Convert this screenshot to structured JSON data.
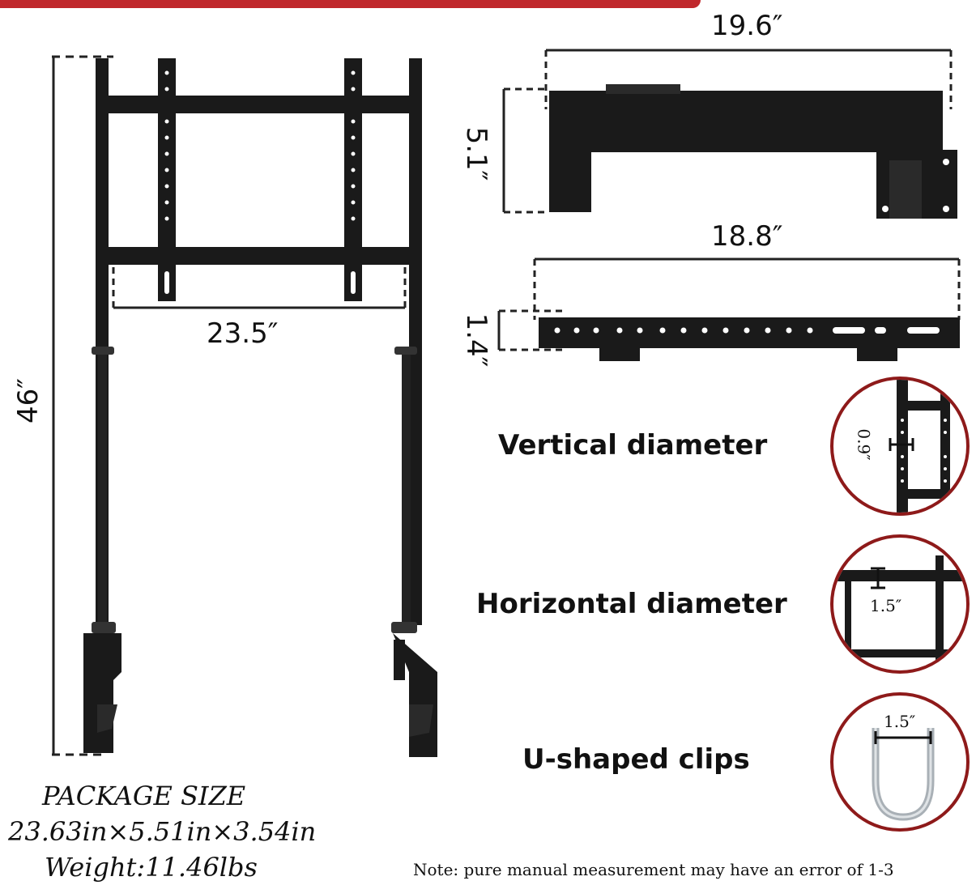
{
  "dimensions": {
    "height": "46″",
    "frame_width": "23.5″",
    "top_bracket_width": "19.6″",
    "top_bracket_height": "5.1″",
    "plate_width": "18.8″",
    "plate_height": "1.4″"
  },
  "details": [
    {
      "label": "Vertical diameter",
      "value": "0.9″"
    },
    {
      "label": "Horizontal diameter",
      "value": "1.5″"
    },
    {
      "label": "U-shaped clips",
      "value": "1.5″"
    }
  ],
  "package": {
    "title": "PACKAGE SIZE",
    "size": "23.63in×5.51in×3.54in",
    "weight": "Weight:11.46lbs"
  },
  "note": "Note: pure manual measurement may have an error of 1-3",
  "colors": {
    "accent": "#c0282c",
    "circle_border": "#8e1a1a",
    "metal": "#1a1a1a"
  }
}
